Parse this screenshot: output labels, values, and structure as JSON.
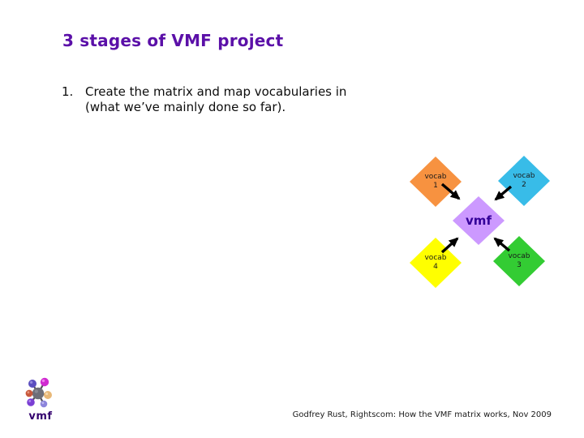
{
  "slide": {
    "title": "3 stages of VMF project",
    "title_color": "#5B10A8",
    "bullet": {
      "number": "1.",
      "text_line1": "Create the matrix and map vocabularies in",
      "text_line2": "(what we’ve mainly done so far)."
    },
    "diagram": {
      "center": {
        "label": "vmf",
        "color": "#CC99FF",
        "text_color": "#330099"
      },
      "nodes": [
        {
          "label_line1": "vocab",
          "label_line2": "1",
          "color": "#F79240",
          "position": "top-left"
        },
        {
          "label_line1": "vocab",
          "label_line2": "2",
          "color": "#38BCE8",
          "position": "top-right"
        },
        {
          "label_line1": "vocab",
          "label_line2": "3",
          "color": "#33CC33",
          "position": "bottom-right"
        },
        {
          "label_line1": "vocab",
          "label_line2": "4",
          "color": "#FFFF00",
          "position": "bottom-left"
        }
      ],
      "arrow_color": "#000000"
    },
    "logo": {
      "label": "vmf",
      "label_color": "#33006E"
    },
    "footer": "Godfrey Rust, Rightscom: How the VMF matrix works, Nov 2009"
  }
}
